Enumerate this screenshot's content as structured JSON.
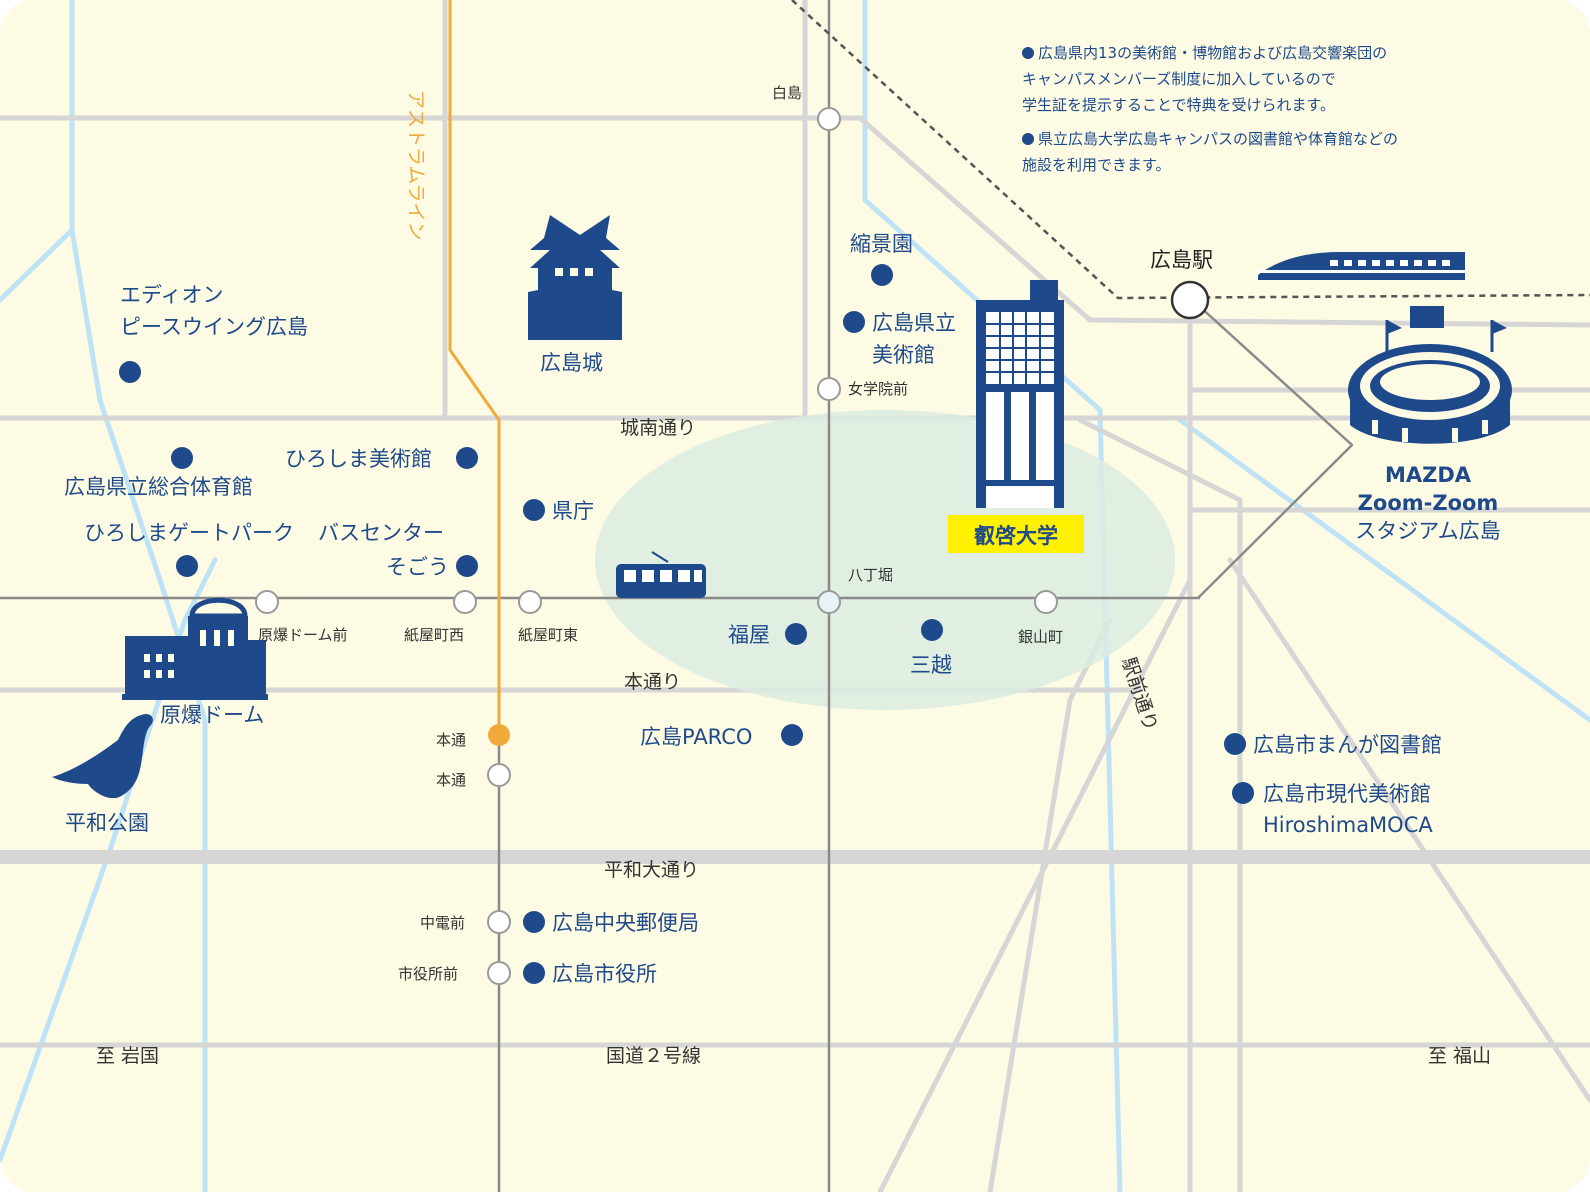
{
  "colors": {
    "background": "#fdfbe3",
    "road": "#d6d6d6",
    "river": "#bfe3f6",
    "brand": "#1e4a8c",
    "astram": "#f2a93b",
    "highlight": "#fff100",
    "campus_zone": "#dcebe2"
  },
  "notes": [
    "広島県内13の美術館・博物館および広島交響楽団の\nキャンパスメンバーズ制度に加入しているので\n学生証を提示することで特典を受けられます。",
    "県立広島大学広島キャンパスの図書館や体育館などの\n施設を利用できます。"
  ],
  "lines": {
    "astram": "アストラムライン"
  },
  "roads": {
    "jonan": "城南通り",
    "hondori": "本通り",
    "heiwa": "平和大通り",
    "route2": "国道２号線",
    "ekimae": "駅前通り"
  },
  "directions": {
    "west": "至 岩国",
    "east": "至 福山"
  },
  "stations": {
    "hakushima": "白島",
    "jogakuin": "女学院前",
    "hatchobori": "八丁堀",
    "ginzan": "銀山町",
    "genbaku_mae": "原爆ドーム前",
    "kamiya_nishi": "紙屋町西",
    "kamiya_higashi": "紙屋町東",
    "hondori_astram": "本通",
    "hondori_tram": "本通",
    "chuden": "中電前",
    "shiyakusho": "市役所前",
    "hiroshima_eki": "広島駅"
  },
  "landmarks": {
    "edion_1": "エディオン",
    "edion_2": "ピースウイング広島",
    "castle": "広島城",
    "shukkeien": "縮景園",
    "museum_1": "広島県立",
    "museum_2": "美術館",
    "hiroshima_art": "ひろしま美術館",
    "sports_center": "広島県立総合体育館",
    "kencho": "県庁",
    "gatepark": "ひろしまゲートパーク",
    "bus_center": "バスセンター",
    "sogo": "そごう",
    "fukuya": "福屋",
    "mitsukoshi": "三越",
    "genbaku_dome": "原爆ドーム",
    "peace_park": "平和公園",
    "parco": "広島PARCO",
    "post_office": "広島中央郵便局",
    "city_hall": "広島市役所",
    "manga_library": "広島市まんが図書館",
    "moca_1": "広島市現代美術館",
    "moca_2": "HiroshimaMOCA",
    "mazda_1": "MAZDA",
    "mazda_2": "Zoom-Zoom",
    "mazda_3": "スタジアム広島",
    "university": "叡啓大学"
  },
  "icons": [
    "castle-icon",
    "shinkansen-icon",
    "stadium-icon",
    "building-icon",
    "tram-icon",
    "dome-icon",
    "pigeon-icon"
  ]
}
